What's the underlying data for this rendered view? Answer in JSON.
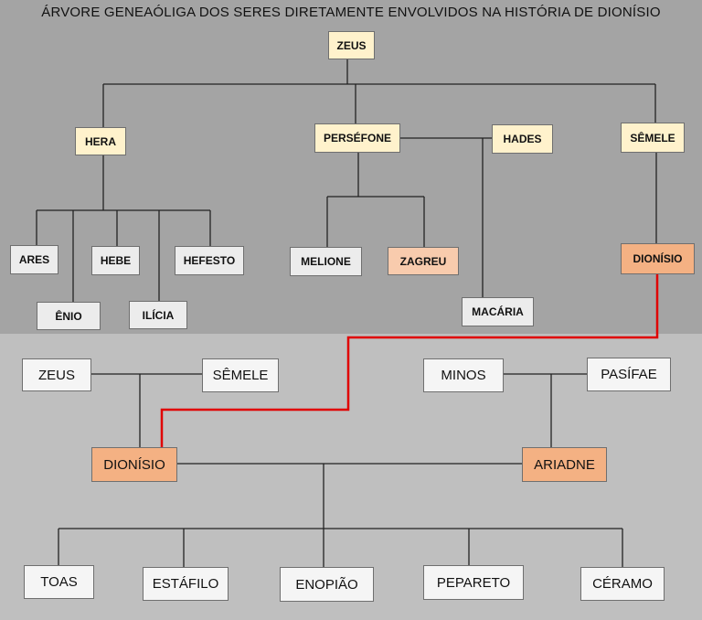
{
  "title": "ÁRVORE GENEAÓLIGA DOS SERES DIRETAMENTE ENVOLVIDOS NA HISTÓRIA DE DIONÍSIO",
  "top_tree": {
    "zeus": "ZEUS",
    "hera": "HERA",
    "persefone": "PERSÉFONE",
    "hades": "HADES",
    "semele": "SÊMELE",
    "ares": "ARES",
    "hebe": "HEBE",
    "hefesto": "HEFESTO",
    "enio": "ÊNIO",
    "ilicia": "ILÍCIA",
    "melione": "MELIONE",
    "zagreu": "ZAGREU",
    "macaria": "MACÁRIA",
    "dionisio": "DIONÍSIO"
  },
  "bottom_tree": {
    "zeus": "ZEUS",
    "semele": "SÊMELE",
    "minos": "MINOS",
    "pasifae": "PASÍFAE",
    "dionisio": "DIONÍSIO",
    "ariadne": "ARIADNE",
    "children": [
      "TOAS",
      "ESTÁFILO",
      "ENOPIÃO",
      "PEPARETO",
      "CÉRAMO"
    ]
  },
  "colors": {
    "top_background": "#a4a4a4",
    "bottom_background": "#bfbfbf",
    "parent_box": "#fff2cc",
    "child_box": "#ececec",
    "highlight_box": "#f4b183",
    "connector": "#e00000"
  }
}
